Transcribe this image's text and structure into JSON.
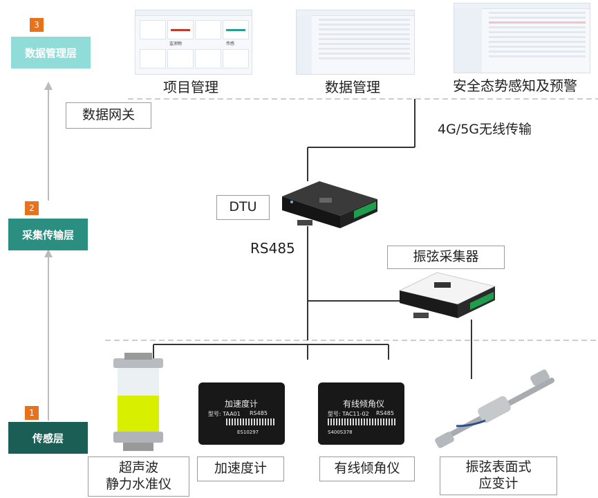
{
  "layers": [
    {
      "number": "3",
      "label": "数据管理层",
      "color": "#8fdcd9"
    },
    {
      "number": "2",
      "label": "采集传输层",
      "color": "#2a8f80"
    },
    {
      "number": "1",
      "label": "传感层",
      "color": "#1b5e55"
    }
  ],
  "platform": {
    "project_label": "项目管理",
    "data_label": "数据管理",
    "warning_label": "安全态势感知及预警",
    "shot_words": [
      "监测物",
      "传感"
    ]
  },
  "gateway_label": "数据网关",
  "wireless_label": "4G/5G无线传输",
  "dtu_label": "DTU",
  "rs485_label": "RS485",
  "collector_label": "振弦采集器",
  "sensors": {
    "level_gauge": {
      "line1": "超声波",
      "line2": "静力水准仪"
    },
    "accelerometer": {
      "label": "加速度计",
      "device_title": "加速度计",
      "model": "型号: TAA01",
      "bus": "RS485",
      "serial": "ES10297"
    },
    "inclinometer": {
      "label": "有线倾角仪",
      "device_title": "有线倾角仪",
      "model": "型号: TAC11-02",
      "bus": "RS485",
      "serial": "S400S378"
    },
    "strain_gauge": {
      "line1": "振弦表面式",
      "line2": "应变计"
    }
  },
  "colors": {
    "accent_orange": "#e8711c",
    "terminal_green": "#1e9e4c",
    "liquid_yellow": "#d8f000"
  }
}
